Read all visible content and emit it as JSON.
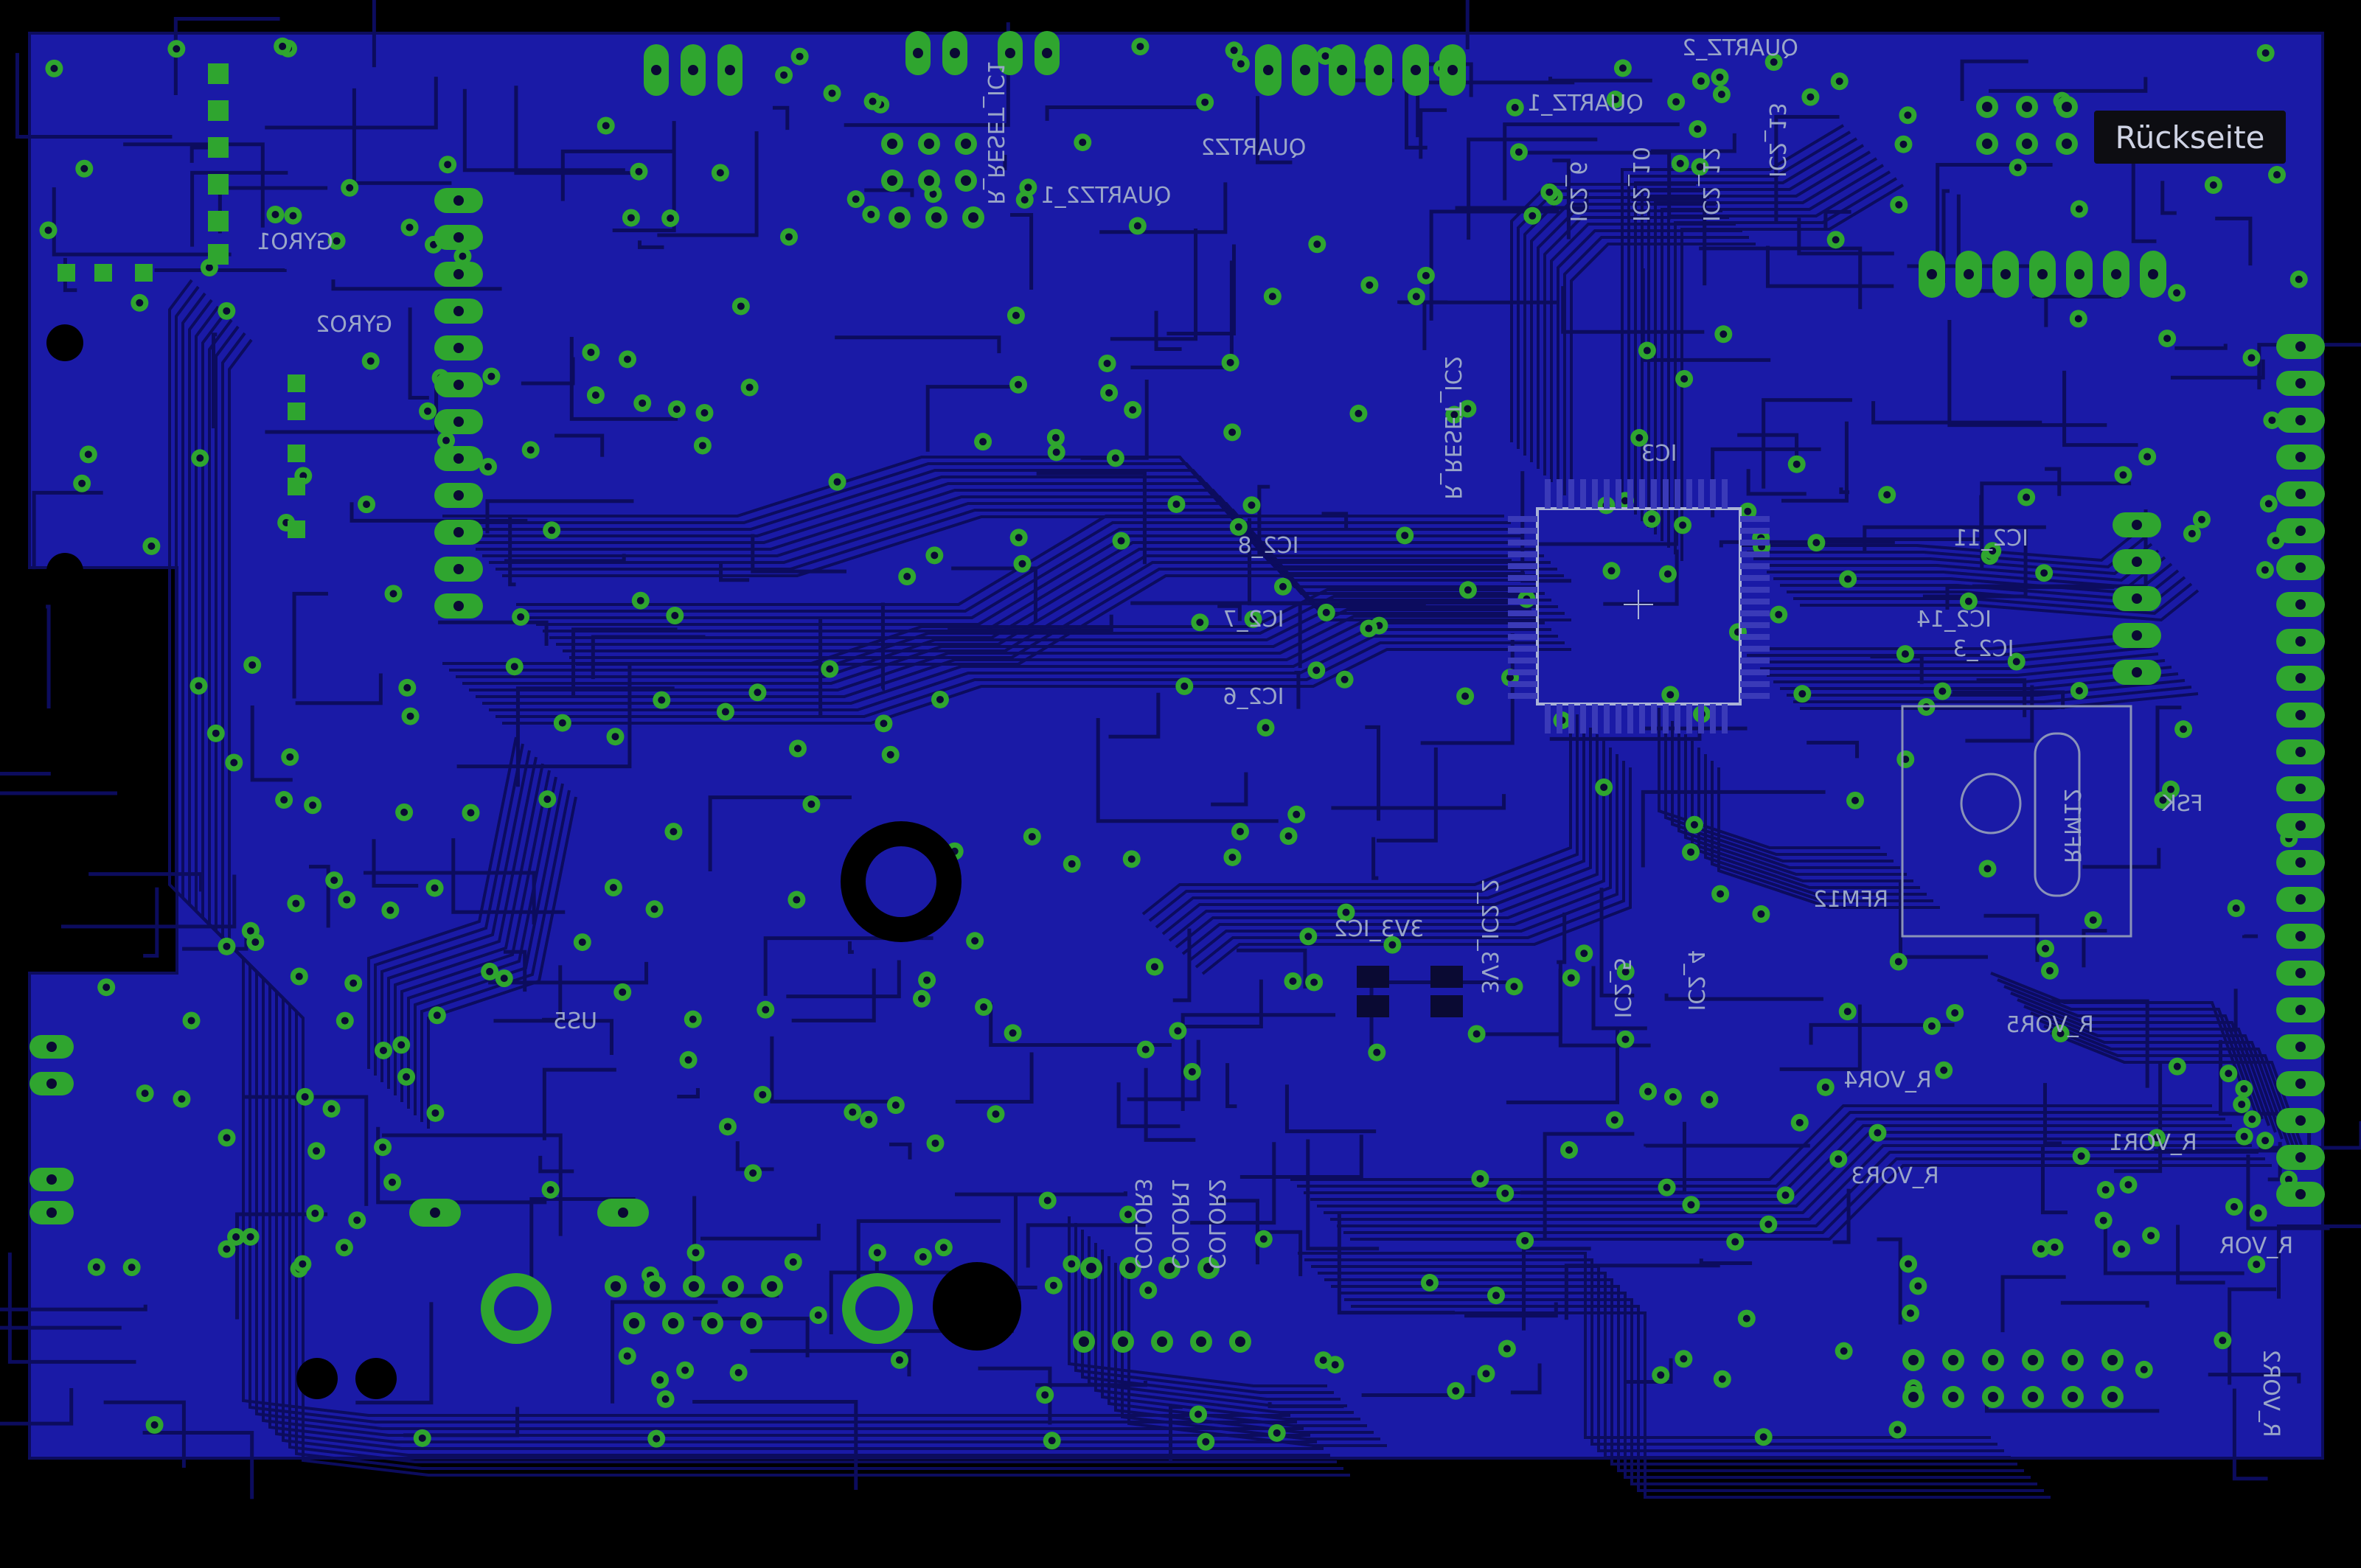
{
  "view": {
    "side_label": "Rückseite",
    "board_color": "#1a1aa6",
    "trace_color": "#0c0c5e",
    "pad_color": "#2fa52f",
    "drill_color": "#0a0a33",
    "silk_color": "#9aa6c8",
    "background_color": "#000000"
  },
  "silkscreen_labels": [
    "GYRO1",
    "GYRO2",
    "R_RESET_IC1",
    "QUARTZ2",
    "QUARTZ2_1",
    "QUARTZ_2",
    "QUARTZ_1",
    "IC2_6",
    "IC2_10",
    "IC2_12",
    "IC2_13",
    "R_RESET_IC2",
    "IC3",
    "IC2_8",
    "IC2_7",
    "IC2_6",
    "IC2_11",
    "IC2_14",
    "IC2_3",
    "FSK",
    "RFM12",
    "3V3_IC2",
    "3V3_IC2_2",
    "IC2_5",
    "IC2_4",
    "US5",
    "R_VOR5",
    "R_VOR4",
    "R_VOR3",
    "R_VOR1",
    "R_VOR",
    "R_VOR2",
    "COLOR1",
    "COLOR2",
    "COLOR3",
    "RFM12"
  ],
  "components": [
    {
      "ref": "IC3",
      "kind": "TQFP-64"
    },
    {
      "ref": "RFM12",
      "kind": "RF module"
    },
    {
      "ref": "US5",
      "kind": "sensor"
    }
  ],
  "icons": [
    "mounting-hole-icon",
    "via-icon",
    "pad-icon",
    "smd-pad-icon",
    "ic-footprint-icon"
  ]
}
